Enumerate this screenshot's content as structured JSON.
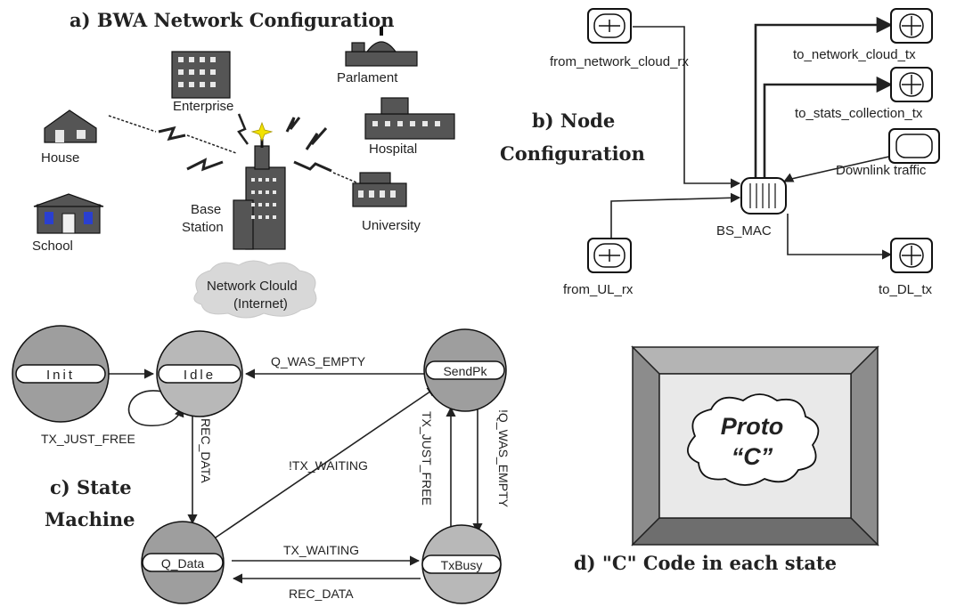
{
  "panel_a": {
    "title": "a) BWA Network Configuration",
    "labels": {
      "enterprise": "Enterprise",
      "parliament": "Parlament",
      "house": "House",
      "hospital": "Hospital",
      "school": "School",
      "base_station_1": "Base",
      "base_station_2": "Station",
      "university": "University",
      "cloud_1": "Network Clould",
      "cloud_2": "(Internet)"
    }
  },
  "panel_b": {
    "title_1": "b) Node",
    "title_2": "Configuration",
    "nodes": {
      "from_network_cloud_rx": "from_network_cloud_rx",
      "to_network_cloud_tx": "to_network_cloud_tx",
      "to_stats_collection_tx": "to_stats_collection_tx",
      "downlink_traffic": "Downlink traffic",
      "bs_mac": "BS_MAC",
      "from_ul_rx": "from_UL_rx",
      "to_dl_tx": "to_DL_tx"
    }
  },
  "panel_c": {
    "title_1": "c) State",
    "title_2": "Machine",
    "states": {
      "init": "Init",
      "idle": "Idle",
      "sendpk": "SendPk",
      "q_data": "Q_Data",
      "txbusy": "TxBusy"
    },
    "transitions": {
      "q_was_empty": "Q_WAS_EMPTY",
      "tx_just_free_loop": "TX_JUST_FREE",
      "rec_data_down": "REC_DATA",
      "not_tx_waiting": "!TX_WAITING",
      "tx_just_free_vert": "TX_JUST_FREE",
      "not_q_was_empty": "!Q_WAS_EMPTY",
      "tx_waiting": "TX_WAITING",
      "rec_data_back": "REC_DATA"
    }
  },
  "panel_d": {
    "title": "d) \"C\" Code in each state",
    "cloud_1": "Proto",
    "cloud_2": "“C”"
  },
  "colors": {
    "ink": "#222222",
    "frame": "#9a9a9a",
    "frame_dark": "#6e6e6e",
    "panel_inner": "#e9e9e9",
    "window_blue": "#2a3fd0"
  }
}
